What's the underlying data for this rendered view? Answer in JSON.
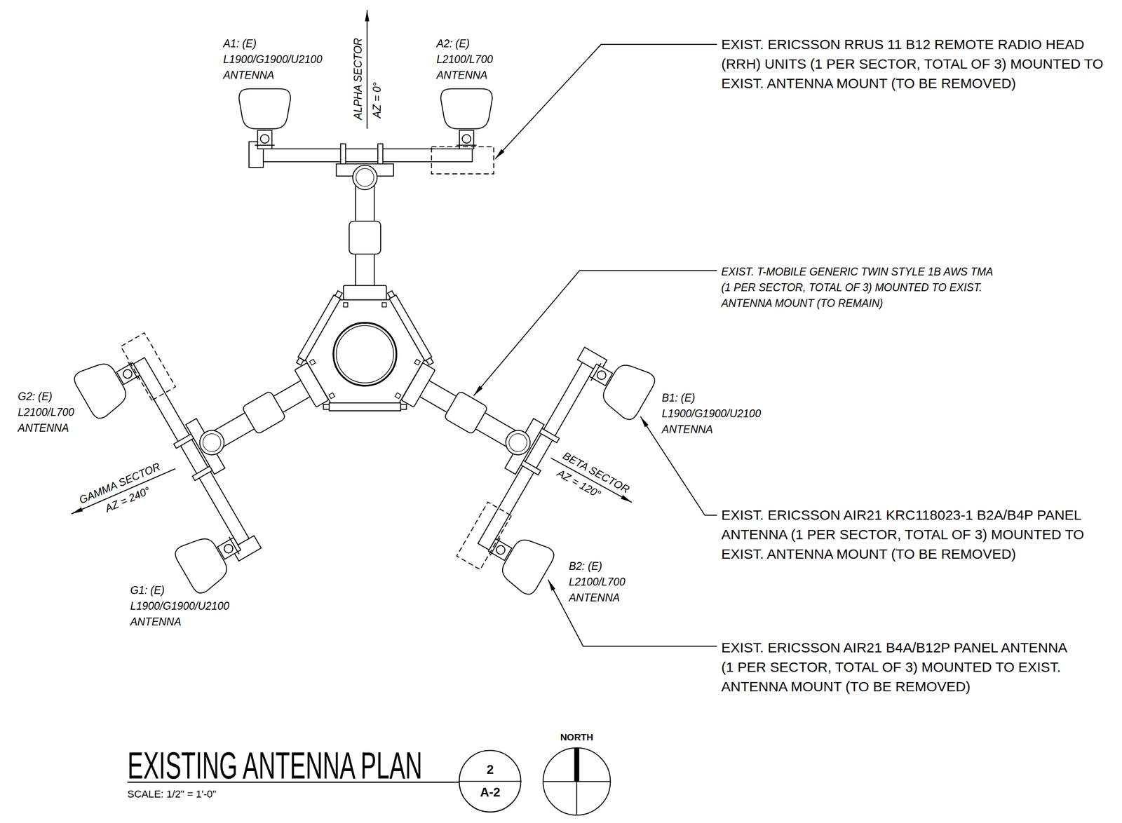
{
  "diagram": {
    "title": "EXISTING ANTENNA PLAN",
    "nodes": [
      {
        "text": [
          "2",
          "A-2"
        ]
      }
    ],
    "labels": [
      "A1: (E) L1900/G1900/U2100 ANTENNA",
      "ALPHA SECTOR",
      "AZ = 0°",
      "A2: (E) L2100/L700 ANTENNA",
      "EXIST. ERICSSON RRUS 11 B12 REMOTE RADIO HEAD (RRH) UNITS (1 PER SECTOR, TOTAL OF 3) MOUNTED TO EXIST. ANTENNA MOUNT (TO BE REMOVED)",
      "EXIST. T-MOBILE GENERIC TWIN STYLE 1B AWS TMA (1 PER SECTOR, TOTAL OF 3) MOUNTED TO EXIST. ANTENNA MOUNT (TO REMAIN)",
      "G2: (E) L2100/L700 ANTENNA",
      "B1: (E) L1900/G1900/U2100 ANTENNA",
      "GAMMA SECTOR",
      "AZ = 240°",
      "BETA SECTOR",
      "AZ = 120°",
      "EXIST. ERICSSON AIR21 KRC118023-1 B2A/B4P PANEL ANTENNA (1 PER SECTOR, TOTAL OF 3) MOUNTED TO EXIST. ANTENNA MOUNT (TO BE REMOVED)",
      "B2: (E) L2100/L700 ANTENNA",
      "G1: (E) L1900/G1900/U2100 ANTENNA",
      "EXIST. ERICSSON AIR21 B4A/B12P PANEL ANTENNA (1 PER SECTOR, TOTAL OF 3) MOUNTED TO EXIST. ANTENNA MOUNT (TO BE REMOVED)",
      "NORTH",
      "SCALE: 1/2\" = 1'-0\""
    ]
  }
}
